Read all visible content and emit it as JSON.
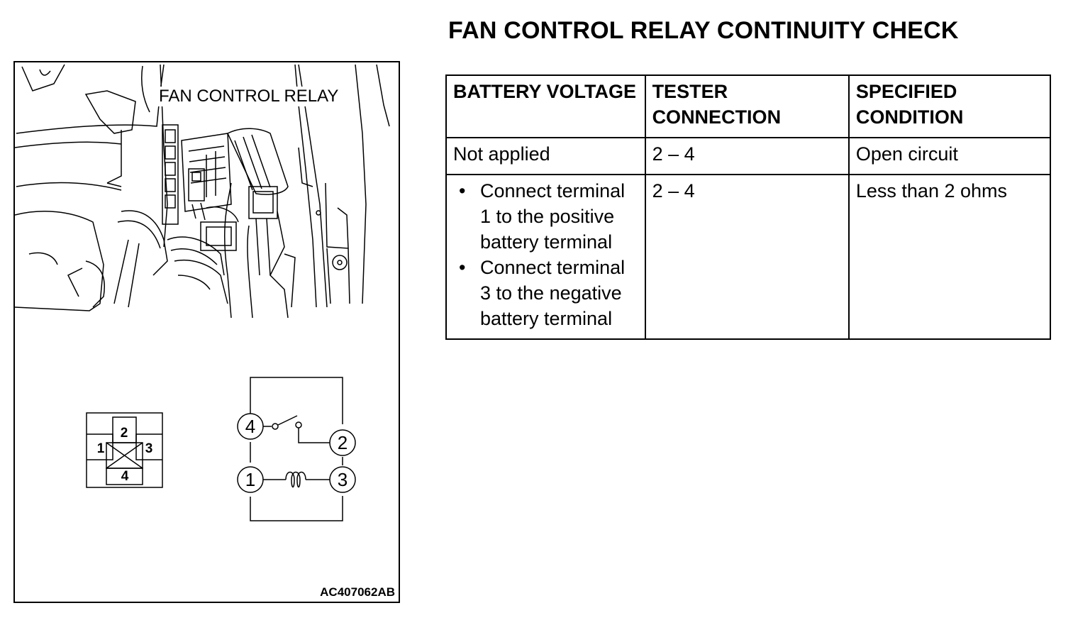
{
  "page": {
    "title": "FAN CONTROL RELAY CONTINUITY CHECK"
  },
  "figure": {
    "callout": "FAN CONTROL RELAY",
    "code": "AC407062AB",
    "connector_pins": [
      "1",
      "2",
      "3",
      "4"
    ],
    "schematic_nodes": [
      "1",
      "2",
      "3",
      "4"
    ]
  },
  "table": {
    "headers": [
      "BATTERY VOLTAGE",
      "TESTER CONNECTION",
      "SPECIFIED CONDITION"
    ],
    "rows": [
      {
        "voltage": "Not applied",
        "tester": "2 – 4",
        "condition": "Open circuit"
      },
      {
        "voltage_steps": [
          "Connect terminal 1 to the positive battery terminal",
          "Connect terminal 3 to the negative battery terminal"
        ],
        "tester": "2 – 4",
        "condition": "Less than 2 ohms"
      }
    ]
  }
}
